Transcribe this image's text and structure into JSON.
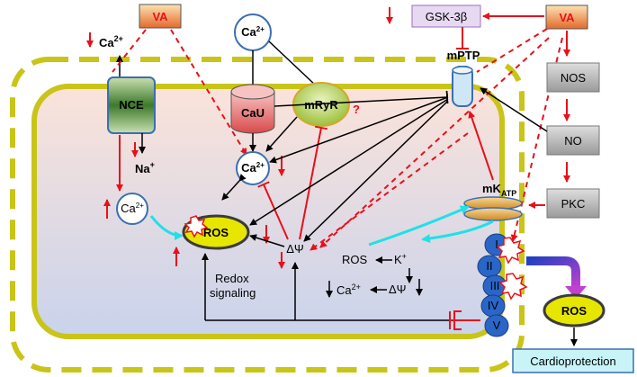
{
  "title": "",
  "nodes": {
    "va_left": "VA",
    "va_right": "VA",
    "gsk": "GSK-3β",
    "ca_top_left": "Ca",
    "ca_top_left_sup": "2+",
    "ca_top": "Ca",
    "ca_top_sup": "2+",
    "nce": "NCE",
    "na": "Na",
    "na_sup": "+",
    "ca_left": "Ca",
    "ca_left_sup": "2+",
    "cau": "CaU",
    "mryr": "mRyR",
    "question": "?",
    "ca_mid": "Ca",
    "ca_mid_sup": "2+",
    "ros_main": "ROS",
    "mptp": "mPTP",
    "nos": "NOS",
    "no": "NO",
    "pkc": "PKC",
    "mkatp": "mK",
    "mkatp_sub": "ATP",
    "delta_psi_center": "ΔΨ",
    "ros_small": "ROS",
    "k_plus": "K",
    "k_plus_sup": "+",
    "ca_bottom": "Ca",
    "ca_bottom_sup": "2+",
    "delta_psi_bottom": "ΔΨ",
    "redox": "Redox",
    "signaling": "signaling",
    "complex_i": "I",
    "complex_ii": "II",
    "complex_iii": "III",
    "complex_iv": "IV",
    "complex_v": "V",
    "ros_right": "ROS",
    "cardioprotection": "Cardioprotection"
  },
  "colors": {
    "membrane": "#c9c418",
    "inhibit": "#e8101a",
    "ros_fill": "#e6e600",
    "cyan": "#20e0e8",
    "complex": "#2a66c8"
  }
}
